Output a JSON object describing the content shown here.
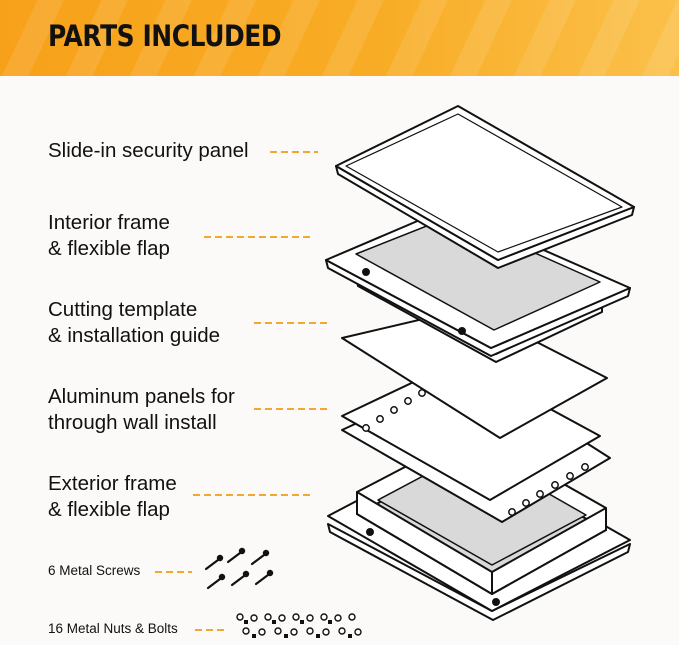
{
  "banner": {
    "title": "PARTS INCLUDED"
  },
  "colors": {
    "accent": "#f7a11a",
    "dash": "#f0a830",
    "line": "#111111"
  },
  "parts": [
    {
      "line1": "Slide-in security panel",
      "line2": ""
    },
    {
      "line1": "Interior frame",
      "line2": "& flexible flap"
    },
    {
      "line1": "Cutting template",
      "line2": "& installation guide"
    },
    {
      "line1": "Aluminum panels for",
      "line2": "through wall install"
    },
    {
      "line1": "Exterior frame",
      "line2": "& flexible flap"
    }
  ],
  "hardware": [
    {
      "label": "6 Metal Screws",
      "icon": "screws-icon"
    },
    {
      "label": "16 Metal Nuts & Bolts",
      "icon": "nuts-bolts-icon"
    }
  ]
}
